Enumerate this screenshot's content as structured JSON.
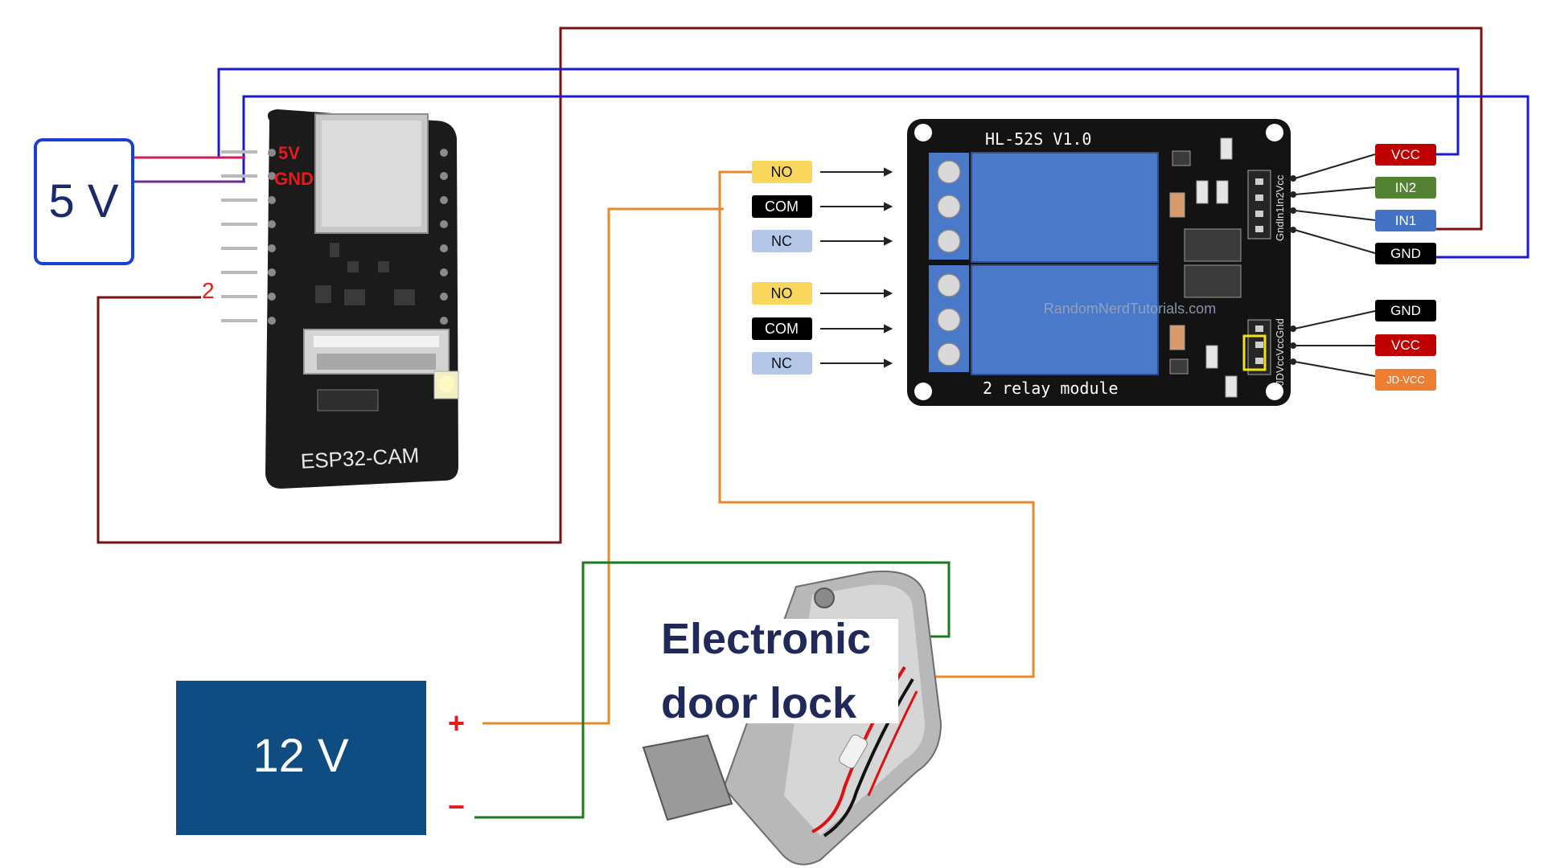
{
  "power_5v": {
    "label": "5 V"
  },
  "power_12v": {
    "label": "12 V",
    "plus": "+",
    "minus": "−"
  },
  "esp32": {
    "name": "ESP32-CAM",
    "pin_5v": "5V",
    "pin_gnd": "GND",
    "gpio_label": "2"
  },
  "relay": {
    "title": "HL-52S V1.0",
    "subtitle": "2 relay module",
    "watermark": "RandomNerdTutorials.com",
    "header_top": "GndIn1In2Vcc",
    "header_bottom": "JDVccVccGnd",
    "left_labels": [
      "NO",
      "COM",
      "NC",
      "NO",
      "COM",
      "NC"
    ],
    "right_top_labels": [
      "VCC",
      "IN2",
      "IN1",
      "GND"
    ],
    "right_bottom_labels": [
      "GND",
      "VCC",
      "JD-VCC"
    ]
  },
  "door_lock": {
    "line1": "Electronic",
    "line2": "door lock"
  },
  "colors": {
    "wire_red": "#7a1010",
    "wire_blue": "#1a1ad6",
    "wire_orange": "#e8892e",
    "wire_green": "#1e7a1e",
    "wire_pink": "#d81b60",
    "wire_purple": "#6b2d8c",
    "label_no": "#f9d65c",
    "label_nc": "#b4c7e7",
    "label_vcc": "#c00000",
    "label_in2": "#548235",
    "label_in1": "#4472c4",
    "label_jd": "#ed7d31",
    "box_12v": "#0f4c81",
    "box_5v_border": "#1a3fd1",
    "relay_blue": "#4a79c9"
  }
}
